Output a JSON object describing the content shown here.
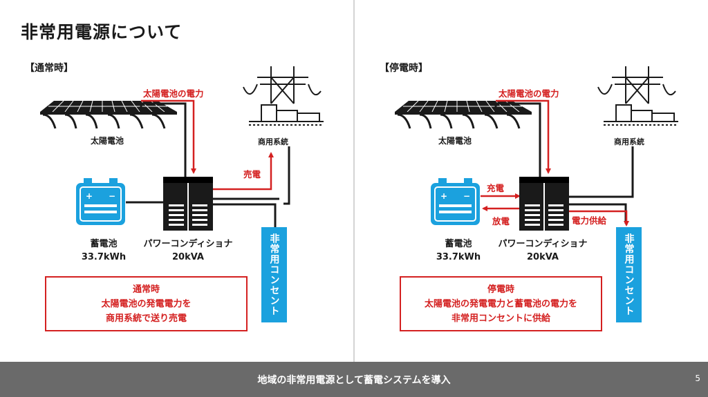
{
  "page_title": "非常用電源について",
  "normal": {
    "mode_label": "【通常時】",
    "solar_power_label": "太陽電池の電力",
    "solar_label": "太陽電池",
    "grid_label": "商用系統",
    "sell_label": "売電",
    "battery_label": "蓄電池",
    "battery_capacity": "33.7kWh",
    "pcs_label": "パワーコンディショナ",
    "pcs_capacity": "20kVA",
    "outlet_label": "非常用コンセント",
    "summary": [
      "通常時",
      "太陽電池の発電電力を",
      "商用系統で送り売電"
    ]
  },
  "outage": {
    "mode_label": "【停電時】",
    "solar_power_label": "太陽電池の電力",
    "solar_label": "太陽電池",
    "grid_label": "商用系統",
    "charge_label": "充電",
    "discharge_label": "放電",
    "supply_label": "電力供給",
    "battery_label": "蓄電池",
    "battery_capacity": "33.7kWh",
    "pcs_label": "パワーコンディショナ",
    "pcs_capacity": "20kVA",
    "outlet_label": "非常用コンセント",
    "summary": [
      "停電時",
      "太陽電池の発電電力と蓄電池の電力を",
      "非常用コンセントに供給"
    ]
  },
  "footer": {
    "text": "地域の非常用電源として蓄電システムを導入",
    "page_number": "5"
  },
  "colors": {
    "accent_red": "#d42020",
    "outlet_blue": "#1ba1de",
    "dark": "#1a1a1a",
    "footer_gray": "#6a6a6a"
  }
}
